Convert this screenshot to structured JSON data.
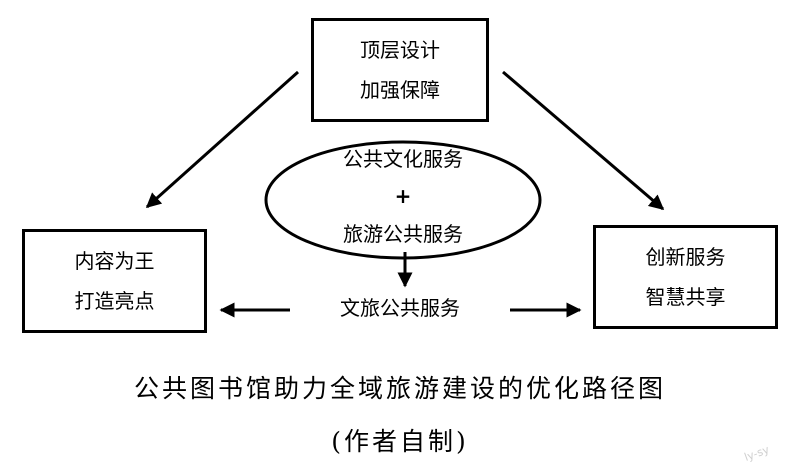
{
  "top_box": {
    "line1": "顶层设计",
    "line2": "加强保障"
  },
  "left_box": {
    "line1": "内容为王",
    "line2": "打造亮点"
  },
  "right_box": {
    "line1": "创新服务",
    "line2": "智慧共享"
  },
  "ellipse": {
    "line1": "公共文化服务",
    "plus": "+",
    "line2": "旅游公共服务"
  },
  "center_label": "文旅公共服务",
  "caption": {
    "title": "公共图书馆助力全域旅游建设的优化路径图",
    "author": "(作者自制)"
  },
  "watermark": "ly-sy"
}
